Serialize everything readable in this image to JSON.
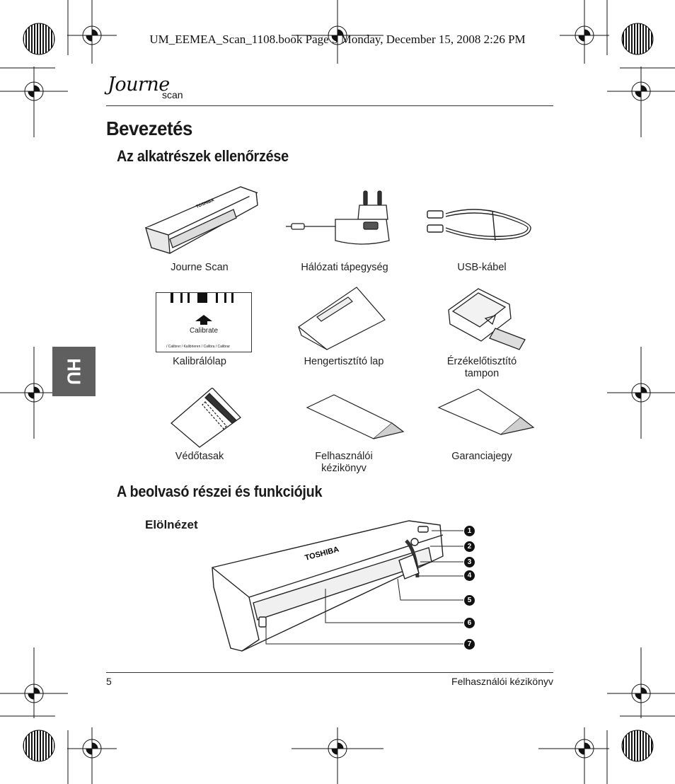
{
  "header": {
    "slug": "UM_EEMEA_Scan_1108.book  Page 5  Monday, December 15, 2008  2:26 PM",
    "logo_script": "Journe",
    "logo_sub": "scan"
  },
  "page": {
    "title": "Bevezetés",
    "section1": "Az alkatrészek ellenőrzése",
    "section2": "A beolvasó részei és funkciójuk",
    "subheading": "Elölnézet",
    "lang_tab": "HU"
  },
  "components": [
    {
      "label": "Journe Scan",
      "icon": "scanner-icon"
    },
    {
      "label": "Hálózati tápegység",
      "icon": "power-adapter-icon"
    },
    {
      "label": "USB-kábel",
      "icon": "usb-cable-icon"
    },
    {
      "label": "Kalibrálólap",
      "icon": "calibration-sheet-icon"
    },
    {
      "label": "Hengertisztító lap",
      "icon": "cleaning-sheet-icon"
    },
    {
      "label": "Érzékelőtisztító\ntampon",
      "icon": "sensor-cleaning-pad-icon"
    },
    {
      "label": "Védőtasak",
      "icon": "protective-pouch-icon"
    },
    {
      "label": "Felhasználói\nkézikönyv",
      "icon": "user-manual-icon"
    },
    {
      "label": "Garanciajegy",
      "icon": "warranty-card-icon"
    }
  ],
  "calibration_sheet": {
    "label": "Calibrate",
    "footer": "/ Calibrer / Kalibrieren / Calibra / Calibrar"
  },
  "scanner_brand": "TOSHIBA",
  "callouts": [
    "1",
    "2",
    "3",
    "4",
    "5",
    "6",
    "7"
  ],
  "footer": {
    "page_number": "5",
    "manual_name": "Felhasználói kézikönyv"
  }
}
